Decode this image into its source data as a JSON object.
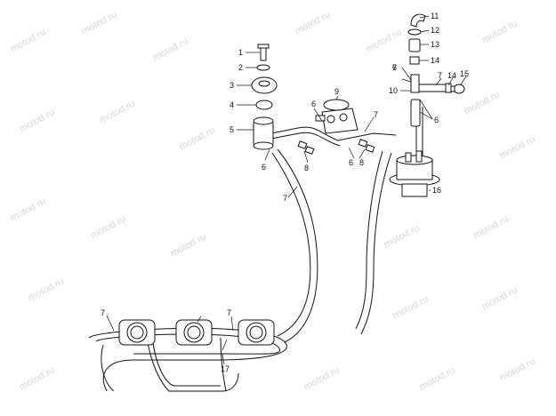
{
  "watermark": "motod.ru",
  "callouts": [
    {
      "id": "c1",
      "text": "1"
    },
    {
      "id": "c2",
      "text": "2"
    },
    {
      "id": "c3",
      "text": "3"
    },
    {
      "id": "c4",
      "text": "4"
    },
    {
      "id": "c5",
      "text": "5"
    },
    {
      "id": "c6a",
      "text": "6"
    },
    {
      "id": "c6b",
      "text": "6"
    },
    {
      "id": "c6c",
      "text": "6"
    },
    {
      "id": "c6d",
      "text": "6"
    },
    {
      "id": "c6e",
      "text": "6"
    },
    {
      "id": "c7a",
      "text": "7"
    },
    {
      "id": "c7b",
      "text": "7"
    },
    {
      "id": "c7c",
      "text": "7"
    },
    {
      "id": "c7d",
      "text": "7"
    },
    {
      "id": "c7e",
      "text": "7"
    },
    {
      "id": "c7f",
      "text": "7"
    },
    {
      "id": "c8a",
      "text": "8"
    },
    {
      "id": "c8b",
      "text": "8"
    },
    {
      "id": "c9",
      "text": "9"
    },
    {
      "id": "c10",
      "text": "10"
    },
    {
      "id": "c11",
      "text": "11"
    },
    {
      "id": "c12",
      "text": "12"
    },
    {
      "id": "c13",
      "text": "13"
    },
    {
      "id": "c14a",
      "text": "14"
    },
    {
      "id": "c14b",
      "text": "14"
    },
    {
      "id": "c15",
      "text": "15"
    },
    {
      "id": "c16",
      "text": "16"
    },
    {
      "id": "c17",
      "text": "17"
    }
  ]
}
